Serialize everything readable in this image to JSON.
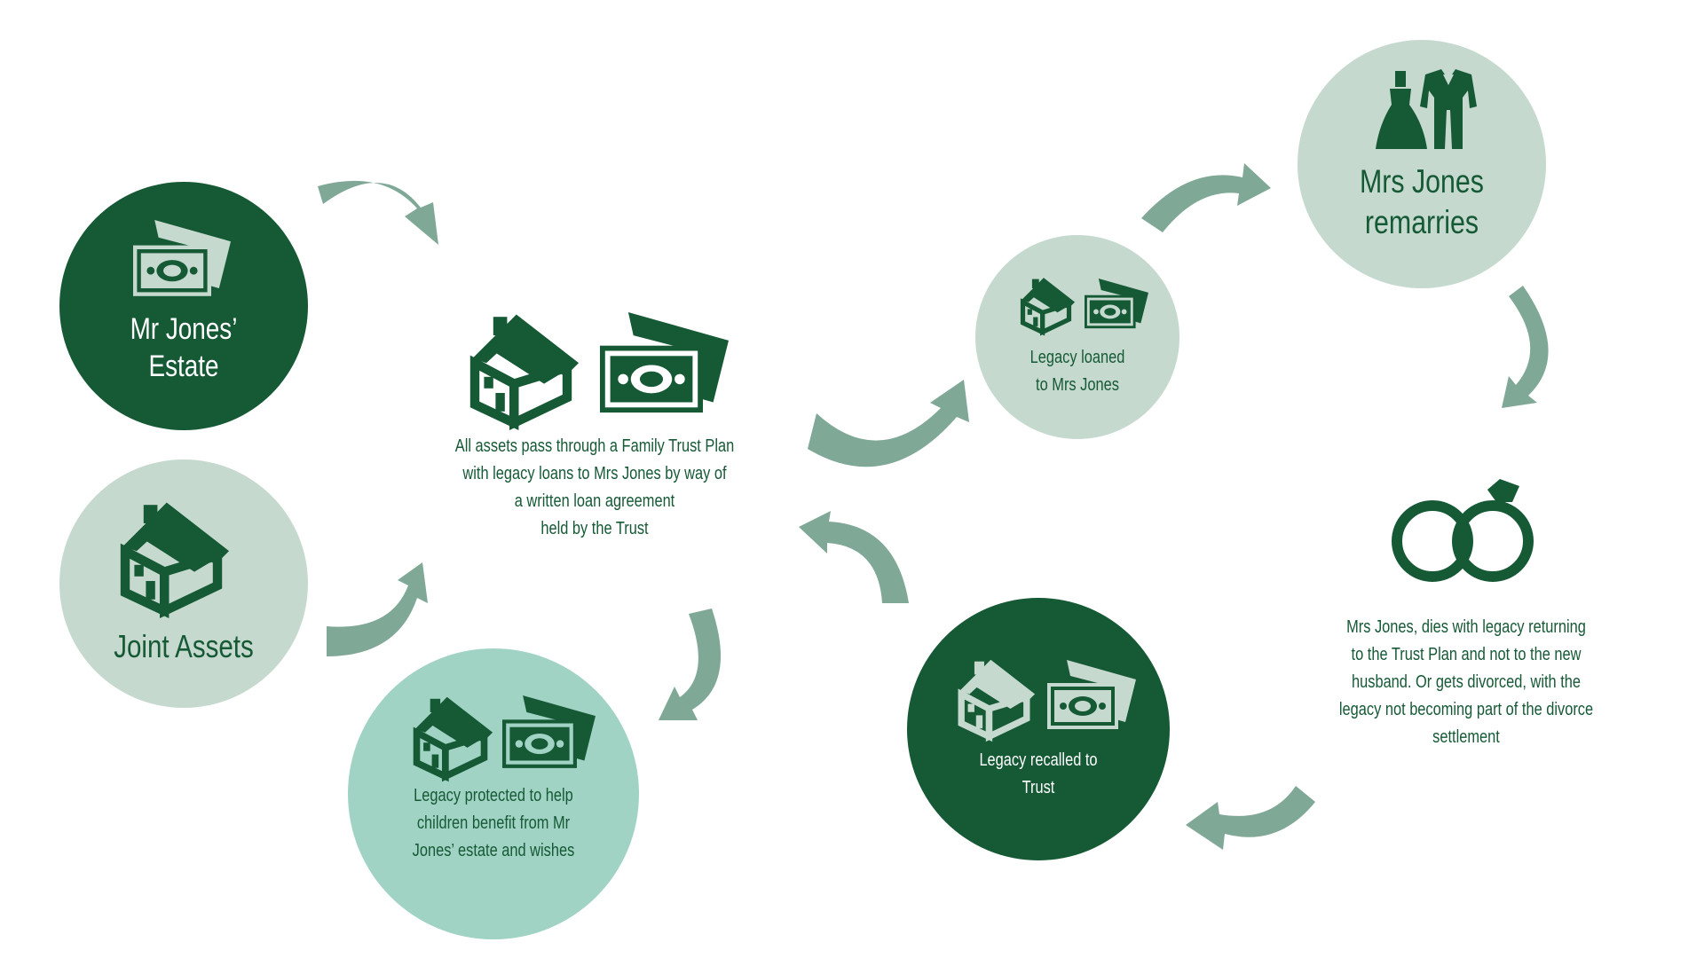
{
  "colors": {
    "dark_green": "#155935",
    "light_sage": "#c6d9cf",
    "mint": "#a1d3c5",
    "arrow": "#7fa896",
    "white": "#ffffff"
  },
  "nodes": {
    "mr_jones_estate": {
      "label_line1": "Mr Jones’",
      "label_line2": "Estate",
      "icons": [
        "money-icon"
      ]
    },
    "joint_assets": {
      "label": "Joint Assets",
      "icons": [
        "house-icon"
      ]
    },
    "trust_plan": {
      "lines": [
        "All assets pass through a Family Trust Plan",
        "with legacy loans to Mrs Jones by way of",
        "a written loan agreement",
        "held by the Trust"
      ],
      "icons": [
        "house-icon",
        "money-icon"
      ]
    },
    "legacy_protected": {
      "lines": [
        "Legacy protected to help",
        "children benefit from Mr",
        "Jones’ estate and wishes"
      ],
      "icons": [
        "house-icon",
        "money-icon"
      ]
    },
    "legacy_loaned": {
      "lines": [
        "Legacy loaned",
        "to Mrs Jones"
      ],
      "icons": [
        "house-icon",
        "money-icon"
      ]
    },
    "mrs_jones_remarries": {
      "label_line1": "Mrs Jones",
      "label_line2": "remarries",
      "icons": [
        "wedding-dress-icon",
        "tuxedo-icon"
      ]
    },
    "mrs_jones_dies": {
      "lines": [
        "Mrs Jones, dies with legacy returning",
        "to the Trust Plan and not to the new",
        "husband. Or gets divorced, with the",
        "legacy not becoming part of the divorce",
        "settlement"
      ],
      "icons": [
        "rings-icon"
      ]
    },
    "legacy_recalled": {
      "lines": [
        "Legacy recalled to",
        "Trust"
      ],
      "icons": [
        "house-icon",
        "money-icon"
      ]
    }
  }
}
